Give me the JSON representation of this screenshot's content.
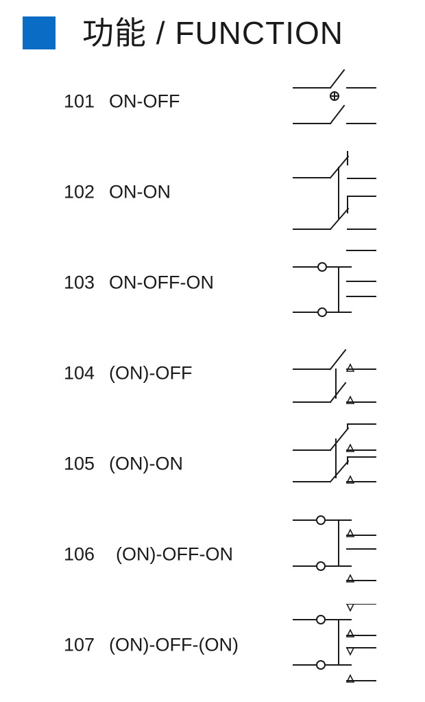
{
  "header": {
    "title": "功能 / FUNCTION",
    "accent_color": "#0a6cc4"
  },
  "functions": [
    {
      "code": "101",
      "name": "ON-OFF"
    },
    {
      "code": "102",
      "name": "ON-ON"
    },
    {
      "code": "103",
      "name": "ON-OFF-ON"
    },
    {
      "code": "104",
      "name": "(ON)-OFF"
    },
    {
      "code": "105",
      "name": "(ON)-ON"
    },
    {
      "code": "106",
      "name": "(ON)-OFF-ON"
    },
    {
      "code": "107",
      "name": "(ON)-OFF-(ON)"
    }
  ]
}
